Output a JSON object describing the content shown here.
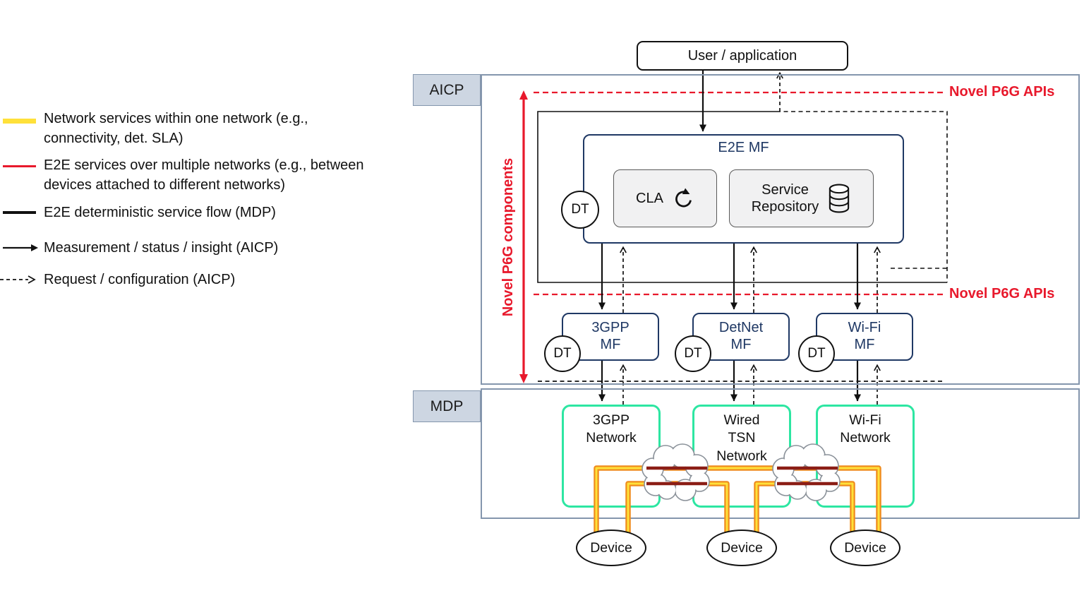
{
  "colors": {
    "accent_red": "#e8192c",
    "navy": "#1f3864",
    "network_green": "#2de6a2",
    "flow_orange": "#ef8b1d",
    "flow_yellow": "#ffe13a",
    "flow_dark_red": "#8b1d15",
    "panel_border": "#8496ad",
    "panel_label_bg": "#cdd6e2"
  },
  "legend": {
    "items": [
      {
        "swatch": "yellow-thick-line",
        "label": "Network services within one network (e.g.,\nconnectivity, det. SLA)"
      },
      {
        "swatch": "red-thin-line",
        "label": "E2E services over multiple networks (e.g., between\ndevices attached to different networks)"
      },
      {
        "swatch": "black-thick-line",
        "label": "E2E deterministic service flow (MDP)"
      },
      {
        "swatch": "solid-arrow",
        "label": "Measurement / status / insight (AICP)"
      },
      {
        "swatch": "dashed-arrow",
        "label": "Request / configuration (AICP)"
      }
    ]
  },
  "user_application": {
    "label": "User / application"
  },
  "aicp": {
    "label": "AICP",
    "novel_apis_top": "Novel P6G APIs",
    "novel_apis_bottom": "Novel P6G APIs",
    "novel_components": "Novel P6G components",
    "e2e_mf": {
      "title": "E2E MF",
      "dt_label": "DT",
      "cla_label": "CLA",
      "service_repository_label": "Service\nRepository"
    },
    "mfs": [
      {
        "label": "3GPP\nMF",
        "dt_label": "DT"
      },
      {
        "label": "DetNet\nMF",
        "dt_label": "DT"
      },
      {
        "label": "Wi-Fi\nMF",
        "dt_label": "DT"
      }
    ]
  },
  "mdp": {
    "label": "MDP",
    "networks": [
      {
        "label": "3GPP\nNetwork"
      },
      {
        "label": "Wired\nTSN\nNetwork"
      },
      {
        "label": "Wi-Fi\nNetwork"
      }
    ],
    "devices": [
      {
        "label": "Device"
      },
      {
        "label": "Device"
      },
      {
        "label": "Device"
      }
    ]
  }
}
